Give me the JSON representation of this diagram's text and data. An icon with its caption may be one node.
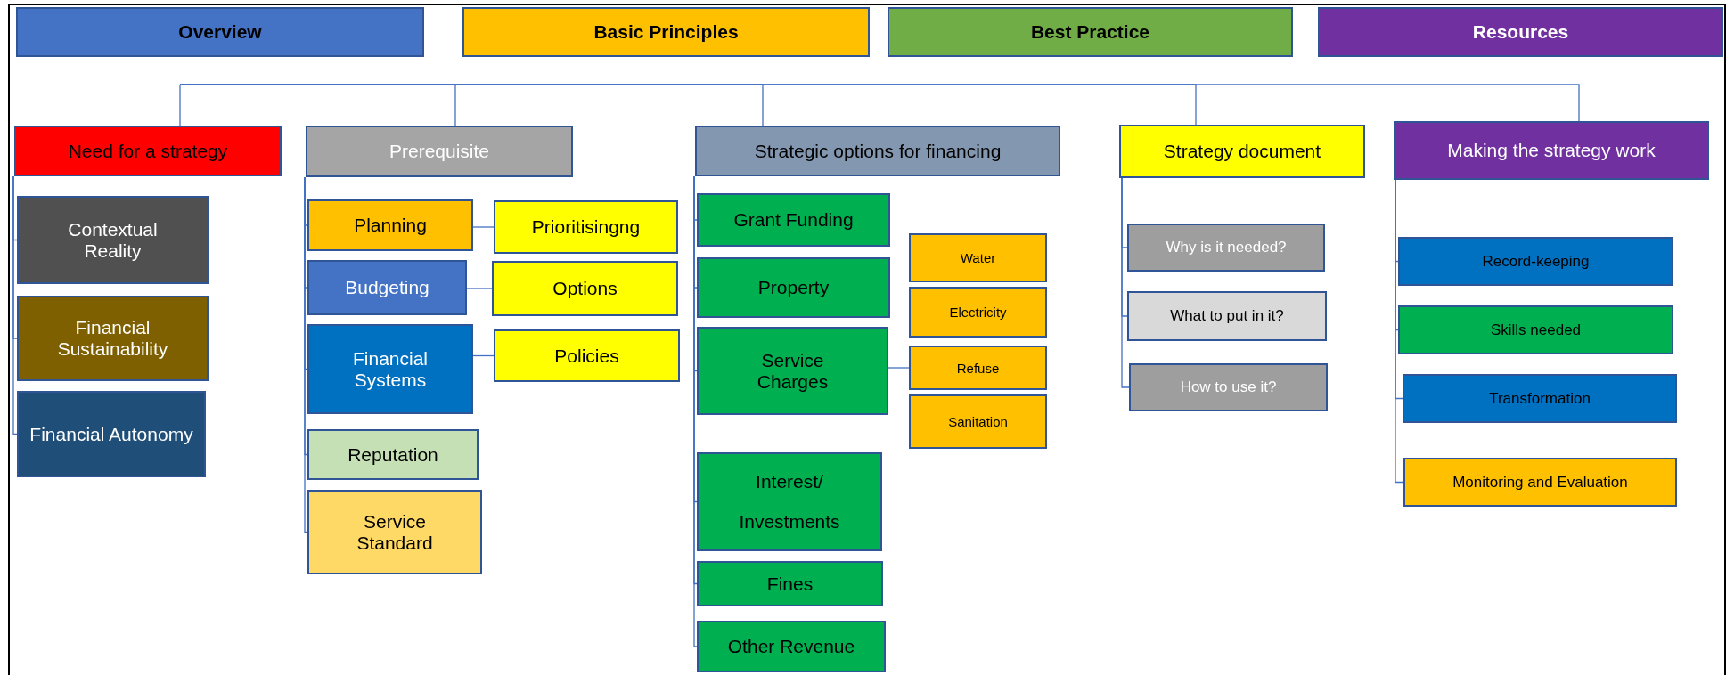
{
  "diagram": {
    "nodes": [
      {
        "text": [
          "Overview"
        ]
      },
      {
        "text": [
          "Basic Principles"
        ]
      },
      {
        "text": [
          "Best Practice"
        ]
      },
      {
        "text": [
          "Resources"
        ]
      },
      {
        "text": [
          "Need for a strategy"
        ]
      },
      {
        "text": [
          "Prerequisite"
        ]
      },
      {
        "text": [
          "Strategic options for financing"
        ]
      },
      {
        "text": [
          "Strategy document"
        ]
      },
      {
        "text": [
          "Making the strategy work"
        ]
      },
      {
        "text": [
          "Contextual Reality"
        ]
      },
      {
        "text": [
          "Financial Sustainability"
        ]
      },
      {
        "text": [
          "Financial Autonomy"
        ]
      },
      {
        "text": [
          "Planning"
        ]
      },
      {
        "text": [
          "Prioritisingng"
        ]
      },
      {
        "text": [
          "Budgeting"
        ]
      },
      {
        "text": [
          "Options"
        ]
      },
      {
        "text": [
          "Financial Systems"
        ]
      },
      {
        "text": [
          "Policies"
        ]
      },
      {
        "text": [
          "Reputation"
        ]
      },
      {
        "text": [
          "Service Standard"
        ]
      },
      {
        "text": [
          "Grant Funding"
        ]
      },
      {
        "text": [
          "Property"
        ]
      },
      {
        "text": [
          "Service Charges"
        ]
      },
      {
        "text": [
          "Water"
        ]
      },
      {
        "text": [
          "Electricity"
        ]
      },
      {
        "text": [
          "Refuse"
        ]
      },
      {
        "text": [
          "Sanitation"
        ]
      },
      {
        "text": [
          "Interest/ Investments"
        ]
      },
      {
        "text": [
          "Fines"
        ]
      },
      {
        "text": [
          "Other Revenue"
        ]
      },
      {
        "text": [
          "Why is it needed?"
        ]
      },
      {
        "text": [
          "What to put in it?"
        ]
      },
      {
        "text": [
          "How to use it?"
        ]
      },
      {
        "text": [
          "Record-keeping"
        ]
      },
      {
        "text": [
          "Skills needed"
        ]
      },
      {
        "text": [
          "Transformation"
        ]
      },
      {
        "text": [
          "Monitoring and Evaluation"
        ]
      }
    ],
    "edges": [
      {
        "from": null,
        "to": 4,
        "arrow": "none"
      },
      {
        "from": null,
        "to": 5,
        "arrow": "none"
      },
      {
        "from": null,
        "to": 6,
        "arrow": "none"
      },
      {
        "from": null,
        "to": 7,
        "arrow": "none"
      },
      {
        "from": null,
        "to": 8,
        "arrow": "none"
      },
      {
        "from": 4,
        "to": 9,
        "arrow": "none"
      },
      {
        "from": 4,
        "to": 10,
        "arrow": "none"
      },
      {
        "from": 4,
        "to": 11,
        "arrow": "none"
      },
      {
        "from": 5,
        "to": 12,
        "arrow": "none"
      },
      {
        "from": 5,
        "to": 14,
        "arrow": "none"
      },
      {
        "from": 5,
        "to": 16,
        "arrow": "none"
      },
      {
        "from": 5,
        "to": 18,
        "arrow": "none"
      },
      {
        "from": 5,
        "to": 19,
        "arrow": "none"
      },
      {
        "from": 12,
        "to": 13,
        "arrow": "none"
      },
      {
        "from": 14,
        "to": 15,
        "arrow": "none"
      },
      {
        "from": 16,
        "to": 17,
        "arrow": "none"
      },
      {
        "from": 6,
        "to": 20,
        "arrow": "none"
      },
      {
        "from": 6,
        "to": 21,
        "arrow": "none"
      },
      {
        "from": 6,
        "to": 22,
        "arrow": "none"
      },
      {
        "from": 6,
        "to": 27,
        "arrow": "none"
      },
      {
        "from": 6,
        "to": 28,
        "arrow": "none"
      },
      {
        "from": 6,
        "to": 29,
        "arrow": "none"
      },
      {
        "from": 22,
        "to": 25,
        "arrow": "none"
      },
      {
        "from": 7,
        "to": 30,
        "arrow": "none"
      },
      {
        "from": 7,
        "to": 31,
        "arrow": "none"
      },
      {
        "from": 7,
        "to": 32,
        "arrow": "none"
      },
      {
        "from": 8,
        "to": 33,
        "arrow": "none"
      },
      {
        "from": 8,
        "to": 34,
        "arrow": "none"
      },
      {
        "from": 8,
        "to": 35,
        "arrow": "none"
      },
      {
        "from": 8,
        "to": 36,
        "arrow": "none"
      }
    ]
  }
}
